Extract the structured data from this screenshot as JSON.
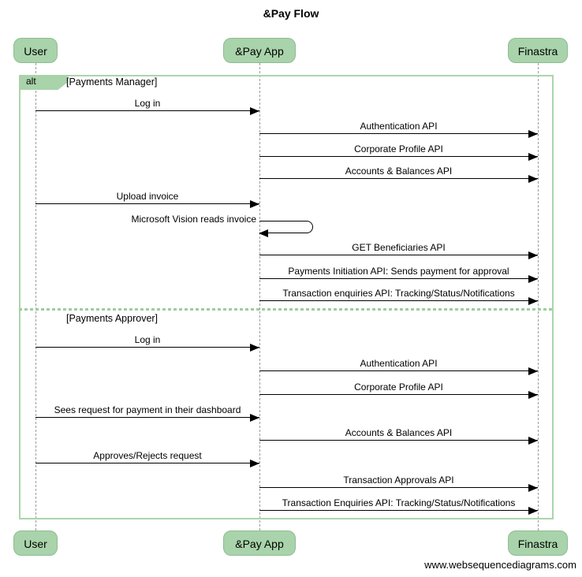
{
  "title": "&Pay Flow",
  "watermark": "www.websequencediagrams.com",
  "actors": [
    {
      "id": "user",
      "label": "User"
    },
    {
      "id": "app",
      "label": "&Pay App"
    },
    {
      "id": "finastra",
      "label": "Finastra"
    }
  ],
  "frame": {
    "operator": "alt",
    "sections": [
      {
        "condition": "[Payments Manager]",
        "messages": [
          {
            "from": "User",
            "to": "&Pay App",
            "label": "Log in"
          },
          {
            "from": "&Pay App",
            "to": "Finastra",
            "label": "Authentication API"
          },
          {
            "from": "&Pay App",
            "to": "Finastra",
            "label": "Corporate Profile API"
          },
          {
            "from": "&Pay App",
            "to": "Finastra",
            "label": "Accounts & Balances API"
          },
          {
            "from": "User",
            "to": "&Pay App",
            "label": "Upload invoice"
          },
          {
            "from": "&Pay App",
            "to": "&Pay App",
            "self": true,
            "label": "Microsoft Vision reads invoice"
          },
          {
            "from": "&Pay App",
            "to": "Finastra",
            "label": "GET Beneficiaries API"
          },
          {
            "from": "&Pay App",
            "to": "Finastra",
            "label": "Payments Initiation API: Sends payment for approval"
          },
          {
            "from": "&Pay App",
            "to": "Finastra",
            "label": "Transaction enquiries API: Tracking/Status/Notifications"
          }
        ]
      },
      {
        "condition": "[Payments Approver]",
        "messages": [
          {
            "from": "User",
            "to": "&Pay App",
            "label": "Log in"
          },
          {
            "from": "&Pay App",
            "to": "Finastra",
            "label": "Authentication API"
          },
          {
            "from": "&Pay App",
            "to": "Finastra",
            "label": "Corporate Profile API"
          },
          {
            "from": "User",
            "to": "&Pay App",
            "label": "Sees request for payment in their dashboard"
          },
          {
            "from": "&Pay App",
            "to": "Finastra",
            "label": "Accounts & Balances API"
          },
          {
            "from": "User",
            "to": "&Pay App",
            "label": "Approves/Rejects request"
          },
          {
            "from": "&Pay App",
            "to": "Finastra",
            "label": "Transaction Approvals API"
          },
          {
            "from": "&Pay App",
            "to": "Finastra",
            "label": "Transaction Enquiries API: Tracking/Status/Notifications"
          }
        ]
      }
    ]
  },
  "colors": {
    "actor_fill": "#a9d3aa",
    "actor_border": "#8fbc92",
    "frame_border": "#abd5ab",
    "divider": "#9fcc9f",
    "lifeline": "#9c9c9c",
    "arrow": "#000000"
  }
}
